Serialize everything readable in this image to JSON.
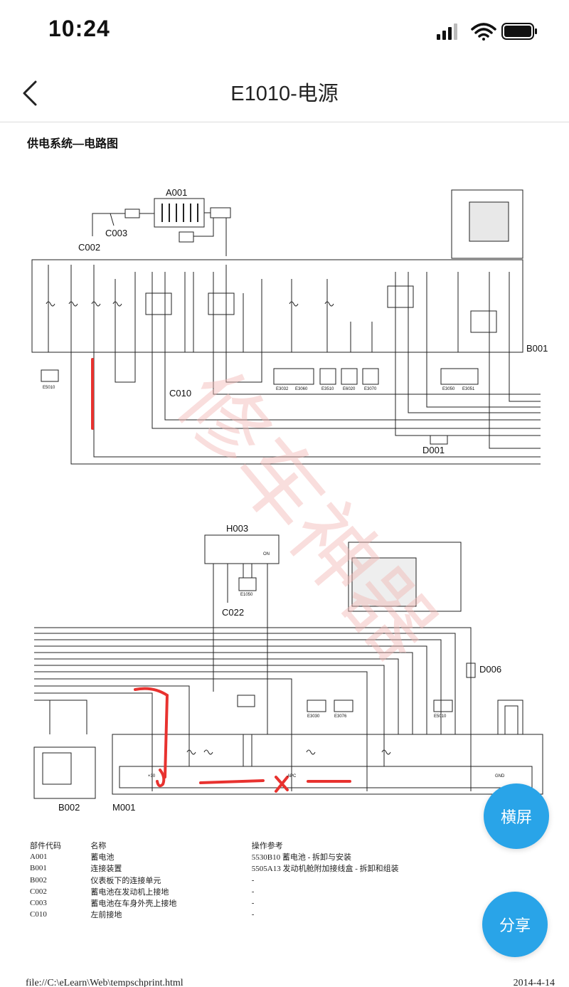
{
  "status": {
    "time": "10:24"
  },
  "header": {
    "title": "E1010-电源"
  },
  "document": {
    "heading": "供电系统—电路图",
    "diagram_labels": {
      "a001": "A001",
      "c002": "C002",
      "c003": "C003",
      "b001": "B001",
      "c010": "C010",
      "d001": "D001",
      "h003": "H003",
      "c022": "C022",
      "m001": "M001",
      "d006": "D006",
      "b002": "B002",
      "e5010": "E5010",
      "e1050": "E1050",
      "e3030": "E3030",
      "e3076": "E3076",
      "e3032": "E3032",
      "e3060": "E3060",
      "e3510": "E3510",
      "e6020": "E6020",
      "e3070": "E3070",
      "e3050": "E3050",
      "e3051": "E3051",
      "gnd": "GND",
      "plus30": "+30",
      "apc": "APC",
      "on": "ON"
    },
    "parts_table": {
      "headers": [
        "部件代码",
        "名称",
        "操作参考"
      ],
      "rows": [
        [
          "A001",
          "蓄电池",
          "5530B10 蓄电池 - 拆卸与安装"
        ],
        [
          "B001",
          "连接装置",
          "5505A13 发动机舱附加接线盒 - 拆卸和组装"
        ],
        [
          "B002",
          "仪表板下的连接单元",
          "-"
        ],
        [
          "C002",
          "蓄电池在发动机上接地",
          "-"
        ],
        [
          "C003",
          "蓄电池在车身外壳上接地",
          "-"
        ],
        [
          "C010",
          "左前接地",
          "-"
        ]
      ]
    },
    "footer": {
      "path": "file://C:\\eLearn\\Web\\tempschprint.html",
      "date": "2014-4-14"
    },
    "watermark": "修车神器"
  },
  "buttons": {
    "landscape": "横屏",
    "share": "分享"
  },
  "colors": {
    "accent": "#29a4e8",
    "annotation": "#e8322f"
  }
}
